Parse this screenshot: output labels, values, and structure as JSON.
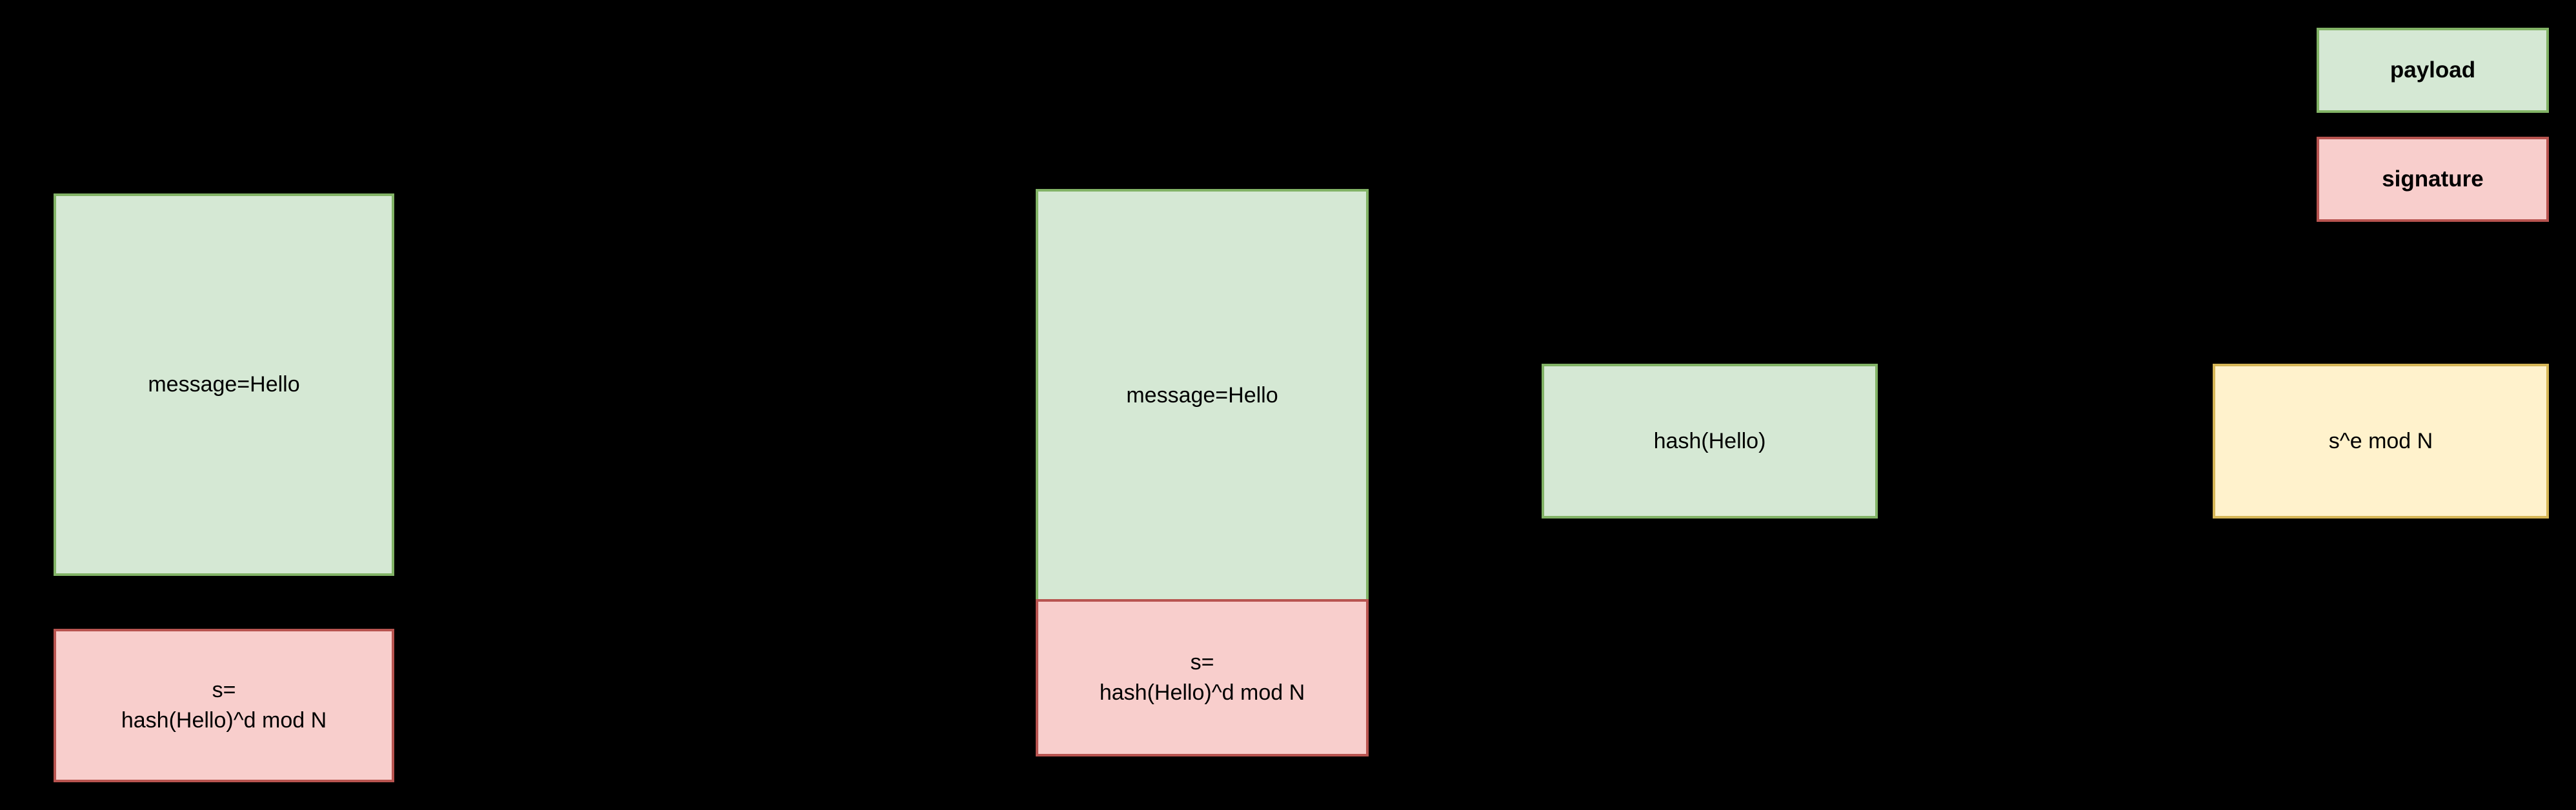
{
  "diagram": {
    "left_group": {
      "message_box": {
        "label": "message=Hello"
      },
      "signature_box": {
        "line1": "s=",
        "line2": "hash(Hello)^d mod N"
      }
    },
    "middle_group": {
      "message_box": {
        "label": "message=Hello"
      },
      "signature_box": {
        "line1": "s=",
        "line2": "hash(Hello)^d mod N"
      }
    },
    "hash_box": {
      "label": "hash(Hello)"
    },
    "verify_box": {
      "label": "s^e mod N"
    },
    "legend": {
      "payload_label": "payload",
      "signature_label": "signature"
    }
  },
  "colors": {
    "background": "#000000",
    "text": "#000000",
    "payload_fill": "#d5e8d4",
    "payload_stroke": "#82b366",
    "signature_fill": "#f8cecc",
    "signature_stroke": "#b85450",
    "verify_fill": "#fff2cc",
    "verify_stroke": "#d6b656"
  }
}
